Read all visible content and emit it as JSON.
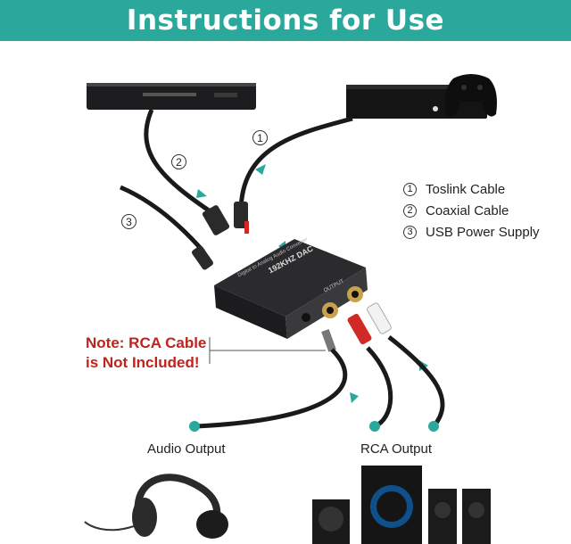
{
  "header": {
    "title": "Instructions for Use"
  },
  "legend": {
    "items": [
      {
        "num": "1",
        "label": "Toslink Cable"
      },
      {
        "num": "2",
        "label": "Coaxial Cable"
      },
      {
        "num": "3",
        "label": "USB Power Supply"
      }
    ]
  },
  "markers": {
    "one": "1",
    "two": "2",
    "three": "3"
  },
  "device": {
    "top_label": "192KHZ DAC",
    "small_label": "Digital to Analog Audio Converter",
    "output_label": "OUTPUT"
  },
  "note": {
    "line1": "Note: RCA Cable",
    "line2": "is Not Included!"
  },
  "outputs": {
    "audio": "Audio Output",
    "rca": "RCA Output"
  },
  "colors": {
    "banner": "#2aa89b",
    "note": "#c0221d",
    "rca_red": "#d12a26"
  }
}
